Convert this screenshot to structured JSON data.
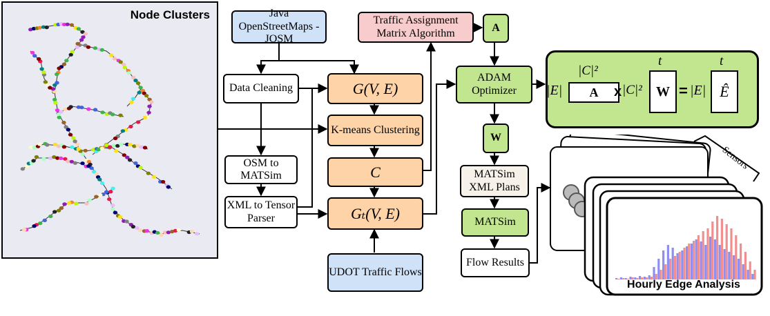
{
  "node_clusters_title": "Node Clusters",
  "josm": "Java OpenStreetMaps - JOSM",
  "traffic_assignment": "Traffic Assignment Matrix Algorithm",
  "a_top": "A",
  "data_cleaning": "Data Cleaning",
  "g_ve": "G(V, E)",
  "kmeans": "K-means Clustering",
  "c_node": "C",
  "gt_ve": "Gₜ(V, E)",
  "osm_matsim": "OSM to MATSim",
  "xml_tensor": "XML to Tensor Parser",
  "udot": "UDOT Traffic Flows",
  "adam": "ADAM Optimizer",
  "w_node": "W",
  "matsim_xml": "MATSim XML Plans",
  "matsim": "MATSim",
  "flow_results": "Flow Results",
  "equation": {
    "e_left": "|E|",
    "c_squared_top": "|C|²",
    "a_cell": "A",
    "times": "x",
    "c_squared_mid": "|C|²",
    "t_w": "t",
    "w_cell": "W",
    "equals": "=",
    "e_right": "|E|",
    "t_e": "t",
    "e_hat": "Ê"
  },
  "sensors": "Sensors",
  "hourly_edge": "Hourly Edge Analysis",
  "colors": {
    "blue": "#cfe2f8",
    "pink": "#f8cccc",
    "orange": "#fdd3a7",
    "green": "#c2e68f",
    "bar_red": "#f07a7a",
    "bar_blue": "#7b7bf0"
  }
}
